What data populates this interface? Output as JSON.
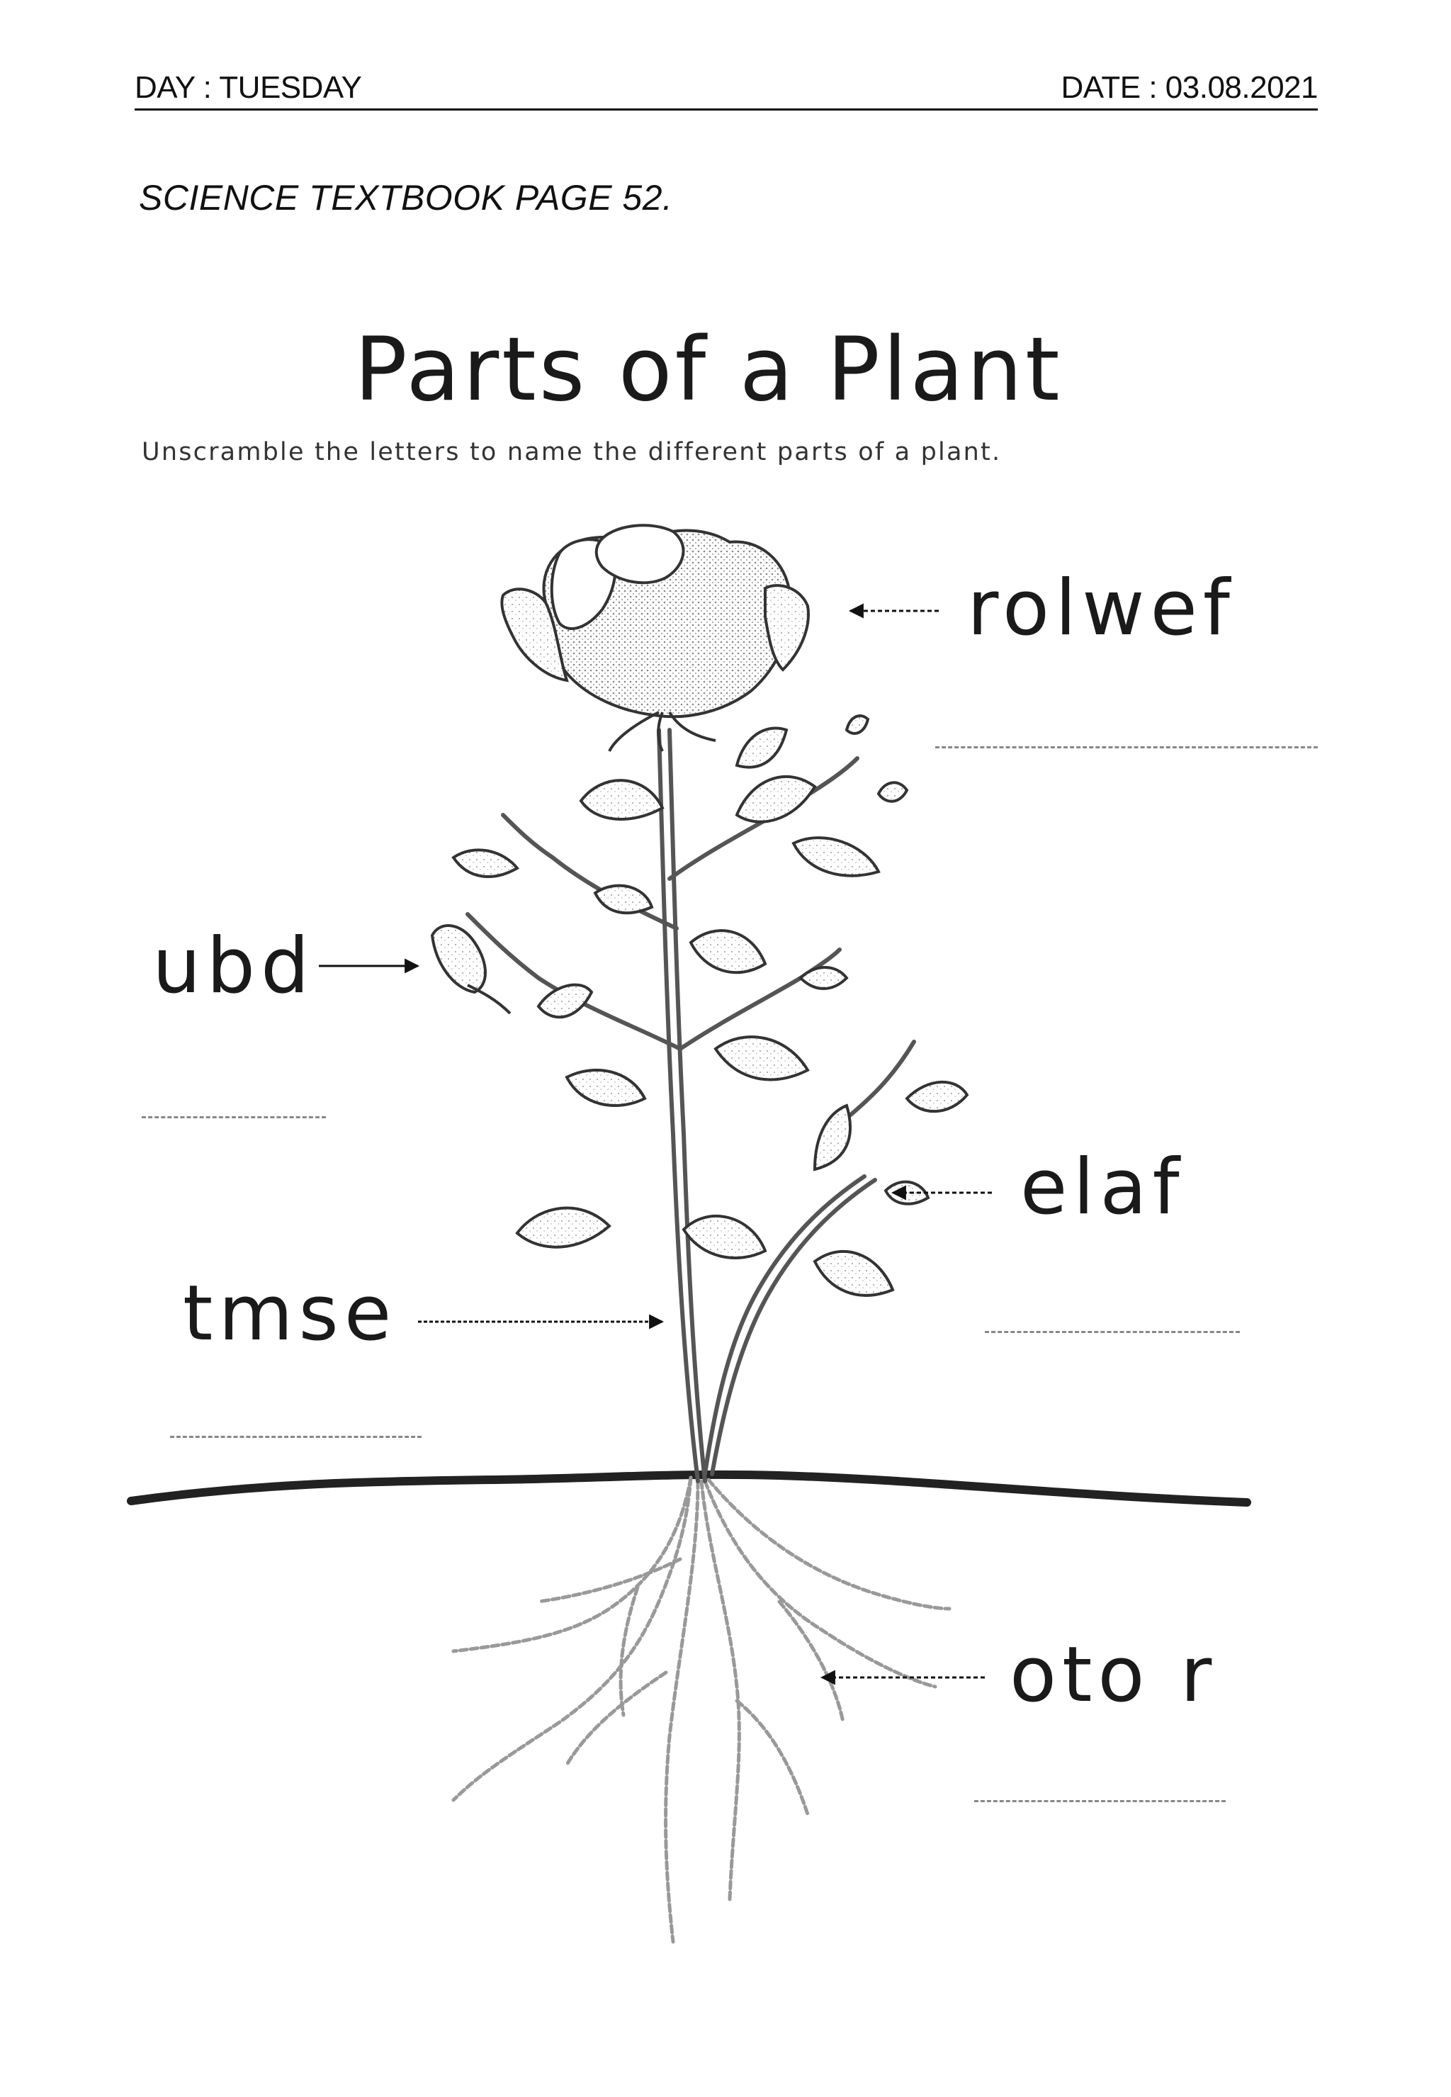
{
  "header": {
    "day": "DAY : TUESDAY",
    "date": "DATE : 03.08.2021"
  },
  "reference": "SCIENCE TEXTBOOK PAGE 52.",
  "worksheet": {
    "title": "Parts of a Plant",
    "instructions": "Unscramble the letters to name the different parts of a plant.",
    "scrambled_words": {
      "flower": "rolwef",
      "bud": "ubd",
      "leaf": "elaf",
      "stem": "tmse",
      "root": "oto r"
    }
  },
  "icons": [
    "rose-plant-illustration",
    "arrow-left-icon",
    "arrow-right-icon"
  ]
}
